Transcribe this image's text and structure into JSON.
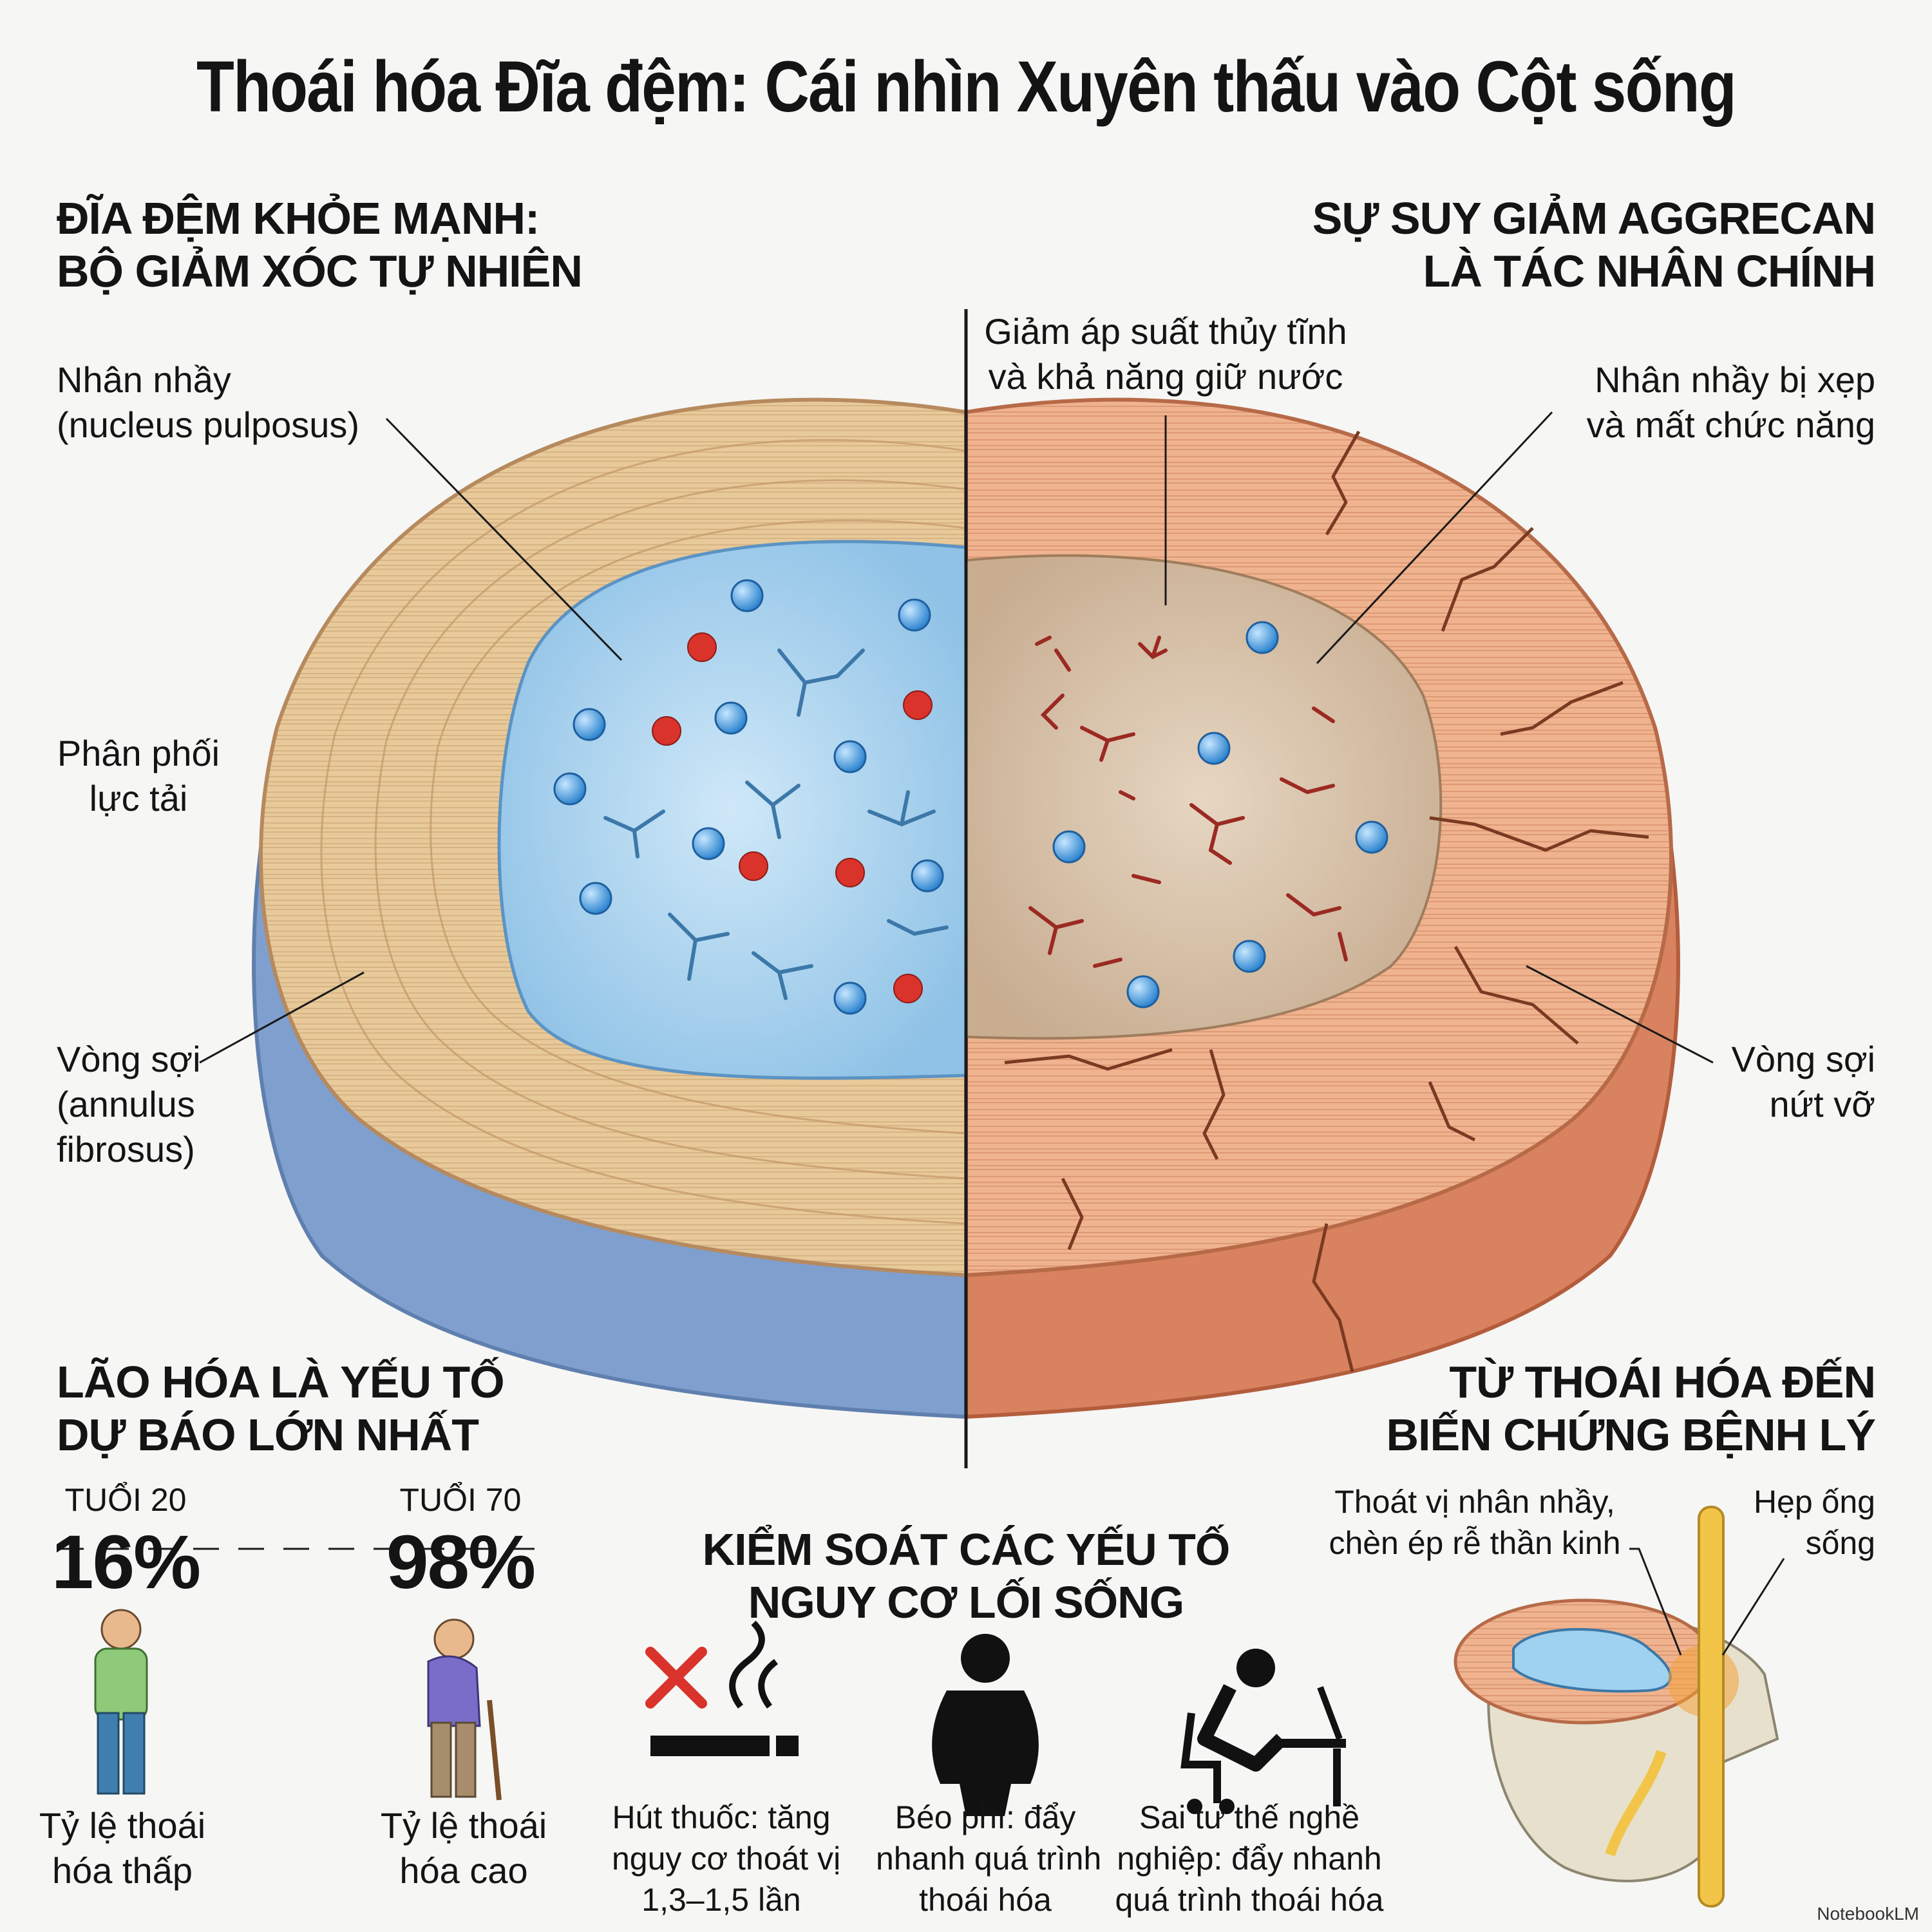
{
  "title": "Thoái hóa Đĩa đệm: Cái nhìn Xuyên thấu vào Cột sống",
  "sections": {
    "healthy": [
      "ĐĨA ĐỆM KHỎE MẠNH:",
      "BỘ GIẢM XÓC TỰ NHIÊN"
    ],
    "aggrecan": [
      "SỰ SUY GIẢM AGGRECAN",
      "LÀ TÁC NHÂN CHÍNH"
    ],
    "aging": [
      "LÃO HÓA LÀ YẾU TỐ",
      "DỰ BÁO LỚN NHẤT"
    ],
    "lifestyle": [
      "KIỂM SOÁT CÁC YẾU TỐ",
      "NGUY CƠ LỐI SỐNG"
    ],
    "complications": [
      "TỪ THOÁI HÓA ĐẾN",
      "BIẾN CHỨNG BỆNH LÝ"
    ]
  },
  "labels": {
    "nucleus": [
      "Nhân nhầy",
      "(nucleus pulposus)"
    ],
    "load": [
      "Phân phối",
      "lực tải"
    ],
    "annulus": [
      "Vòng sợi",
      "(annulus",
      "fibrosus)"
    ],
    "pressure": [
      "Giảm áp suất thủy tĩnh",
      "và khả năng giữ nước"
    ],
    "collapsed": [
      "Nhân nhầy bị xẹp",
      "và mất chức năng"
    ],
    "cracked": [
      "Vòng sợi",
      "nứt vỡ"
    ]
  },
  "aging": {
    "young": {
      "age": "TUỔI 20",
      "value": "16%",
      "caption": [
        "Tỷ lệ thoái",
        "hóa thấp"
      ]
    },
    "old": {
      "age": "TUỔI 70",
      "value": "98%",
      "caption": [
        "Tỷ lệ thoái",
        "hóa cao"
      ]
    }
  },
  "lifestyle": {
    "smoking": [
      "Hút thuốc: tăng",
      "nguy cơ thoát vị",
      "1,3–1,5 lần"
    ],
    "obesity": [
      "Béo phì: đẩy",
      "nhanh quá trình",
      "thoái hóa"
    ],
    "posture": [
      "Sai tư thế nghề",
      "nghiệp: đẩy nhanh",
      "quá trình thoái hóa"
    ]
  },
  "complications": {
    "herniation": [
      "Thoát vị nhân nhầy,",
      "chèn ép rễ thần kinh"
    ],
    "stenosis": [
      "Hẹp ống",
      "sống"
    ]
  },
  "brand": "NotebookLM",
  "colors": {
    "healthy_fiber": "#e8c99a",
    "healthy_nucleus": "#a9d3ef",
    "healthy_side": "#7f9fce",
    "degenerated_fiber": "#efb38f",
    "degenerated_nucleus": "#d9c4ae",
    "degenerated_side": "#d9825f",
    "water": "#2f86d0",
    "oxygen": "#d9332b"
  }
}
